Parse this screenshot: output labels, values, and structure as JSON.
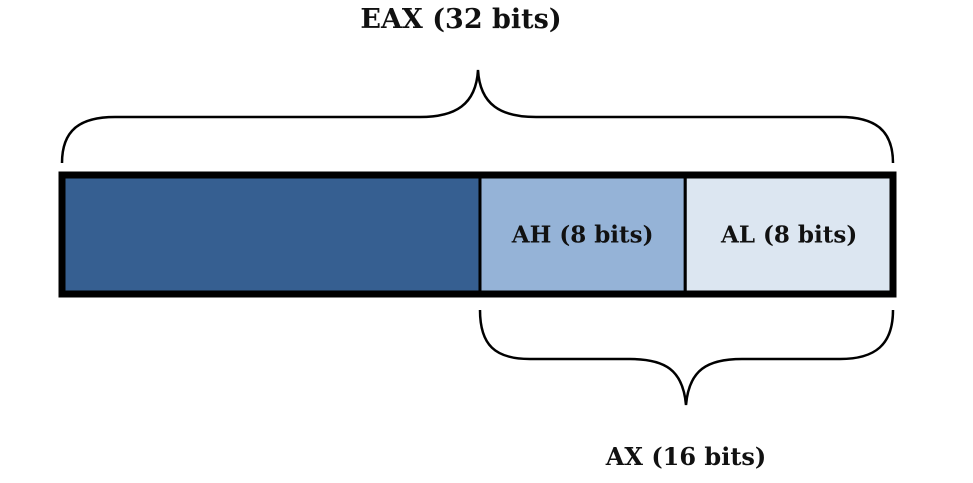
{
  "diagram": {
    "title": "EAX (32 bits)",
    "register": {
      "name": "EAX",
      "bits": 32,
      "segments": [
        {
          "id": "upper16",
          "label": "",
          "bits": 16,
          "color": "#365f91"
        },
        {
          "id": "ah",
          "label": "AH (8 bits)",
          "bits": 8,
          "color": "#95b3d7"
        },
        {
          "id": "al",
          "label": "AL (8 bits)",
          "bits": 8,
          "color": "#dce6f1"
        }
      ]
    },
    "top_brace": {
      "label": "EAX (32 bits)",
      "spans": [
        "upper16",
        "ah",
        "al"
      ]
    },
    "bottom_brace": {
      "label": "AX (16 bits)",
      "spans": [
        "ah",
        "al"
      ]
    },
    "outline_color": "#000000"
  }
}
